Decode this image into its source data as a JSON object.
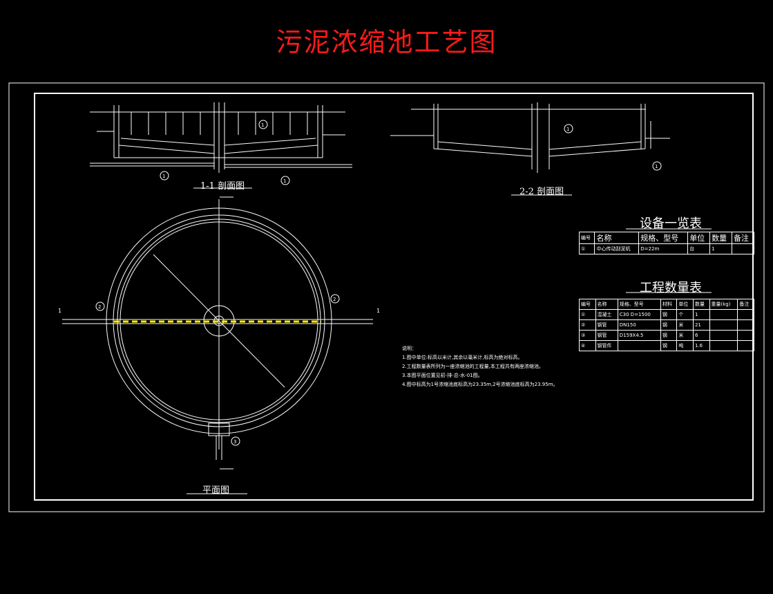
{
  "title": "污泥浓缩池工艺图",
  "colors": {
    "background": "#000000",
    "title": "#ff1a1a",
    "lines": "#ffffff",
    "pipe_highlight": "#ffee00"
  },
  "section_labels": {
    "s11": "1-1 剖面图",
    "s22": "2-2 剖面图",
    "plan": "平面图"
  },
  "equipment_table": {
    "title": "设备一览表",
    "headers": [
      "编号",
      "名称",
      "规格、型号",
      "单位",
      "数量",
      "备注"
    ],
    "rows": [
      [
        "①",
        "中心传动刮泥机",
        "D=22m",
        "台",
        "1",
        ""
      ]
    ]
  },
  "quantity_table": {
    "title": "工程数量表",
    "headers": [
      "编号",
      "名称",
      "规格、型号",
      "材料",
      "单位",
      "数量",
      "重量(kg)",
      "备注"
    ],
    "rows": [
      [
        "①",
        "混凝土",
        "C30 D=1500",
        "钢",
        "个",
        "1",
        "",
        ""
      ],
      [
        "②",
        "钢管",
        "DN150",
        "钢",
        "米",
        "21",
        "",
        ""
      ],
      [
        "③",
        "钢管",
        "D159X4.5",
        "钢",
        "米",
        "6",
        "",
        ""
      ],
      [
        "④",
        "钢管件",
        "",
        "钢",
        "吨",
        "1.6",
        "",
        ""
      ]
    ]
  },
  "notes": {
    "heading": "说明：",
    "items": [
      "1.图中单位:标高以米计,其余以毫米计,标高为绝对标高。",
      "2.工程数量表所列为一座浓缩池的工程量,本工程共有两座浓缩池。",
      "3.本图平面位置见初-排-总-水-01图。",
      "4.图中标高为1号浓缩池底标高为23.35m,2号浓缩池底标高为23.95m。"
    ]
  }
}
